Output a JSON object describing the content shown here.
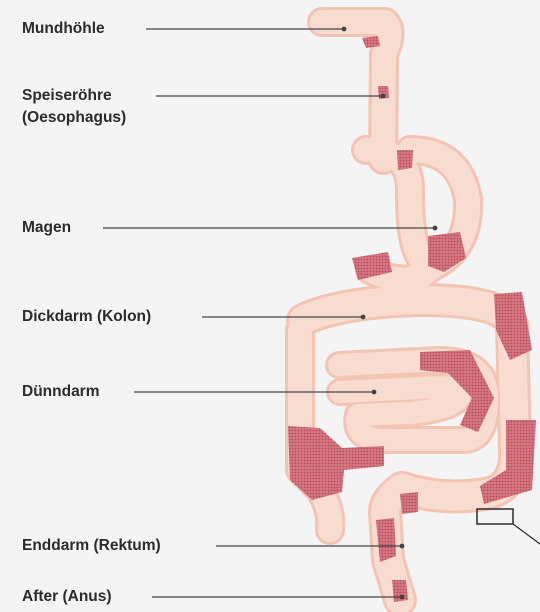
{
  "labels": {
    "mouth": "Mundhöhle",
    "esophagus": "Speiseröhre",
    "esophagus_latin": "(Oesophagus)",
    "stomach": "Magen",
    "colon": "Dickdarm (Kolon)",
    "small_intestine": "Dünndarm",
    "rectum": "Enddarm (Rektum)",
    "anus": "After (Anus)"
  },
  "colors": {
    "background": "#f4f4f4",
    "tissue_fill": "#f9dcd0",
    "tissue_outline": "#f3c4b4",
    "inflamed": "#c8606e",
    "leader_line": "#444444",
    "text": "#2b2b2b"
  }
}
